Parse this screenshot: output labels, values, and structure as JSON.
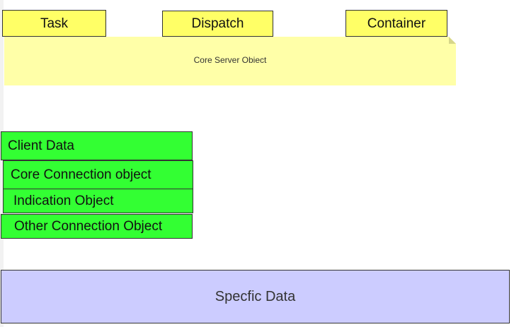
{
  "top_boxes": {
    "task": "Task",
    "dispatch": "Dispatch",
    "container": "Container"
  },
  "core_server": {
    "label": "Core Server Obiect"
  },
  "connection_stack": {
    "client_data": "Client Data",
    "core_connection": "Core Connection object",
    "indication": "Indication Object",
    "other_connection": "Other Connection Object"
  },
  "specific_data": {
    "label": "Specfic Data"
  },
  "colors": {
    "yellow_box": "#ffff66",
    "note_fill": "#ffffa8",
    "green_box": "#33ff33",
    "lavender_box": "#ccccff"
  }
}
